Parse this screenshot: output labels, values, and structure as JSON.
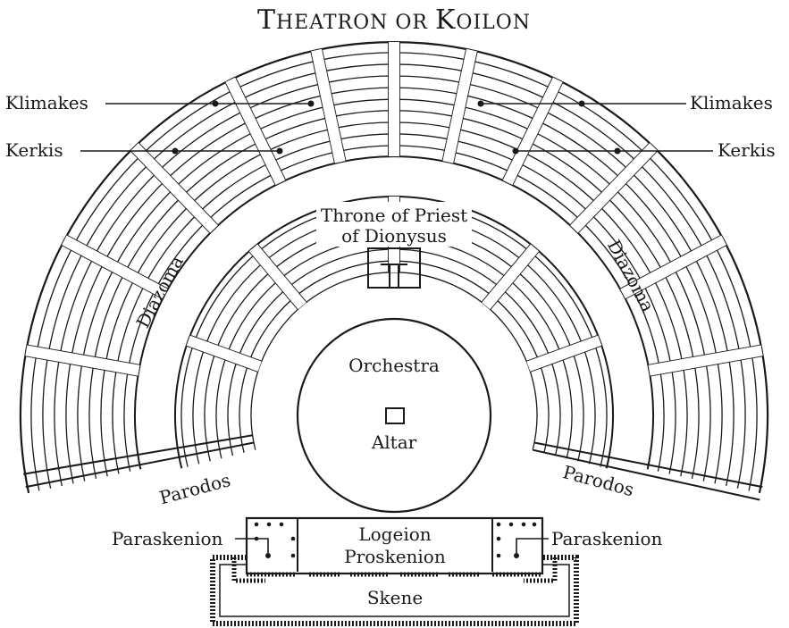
{
  "title": {
    "first": "T",
    "first_rest": "HEATRON OR ",
    "second": "K",
    "second_rest": "OILON"
  },
  "labels": {
    "klimakes_left": "Klimakes",
    "klimakes_right": "Klimakes",
    "kerkis_left": "Kerkis",
    "kerkis_right": "Kerkis",
    "throne_line1": "Throne of Priest",
    "throne_line2": "of Dionysus",
    "diazoma_left": "Diazoma",
    "diazoma_right": "Diazoma",
    "orchestra": "Orchestra",
    "altar": "Altar",
    "parodos_left": "Parodos",
    "parodos_right": "Parodos",
    "paraskenion_left": "Paraskenion",
    "paraskenion_right": "Paraskenion",
    "logeion": "Logeion",
    "proskenion": "Proskenion",
    "skene": "Skene"
  },
  "colors": {
    "ink": "#1a1a1a",
    "paper": "#ffffff"
  }
}
